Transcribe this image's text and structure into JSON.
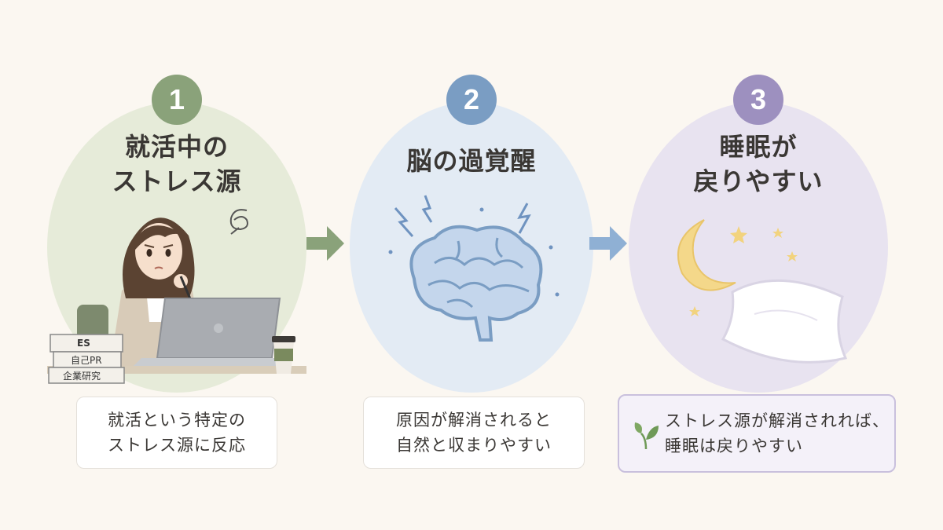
{
  "steps": [
    {
      "number": "1",
      "title_lines": [
        "就活中の",
        "ストレス源"
      ],
      "caption_lines": [
        "就活という特定の",
        "ストレス源に反応"
      ],
      "books": [
        "ES",
        "自己PR",
        "企業研究"
      ]
    },
    {
      "number": "2",
      "title_lines": [
        "脳の過覚醒"
      ],
      "caption_lines": [
        "原因が解消されると",
        "自然と収まりやすい"
      ]
    },
    {
      "number": "3",
      "title_lines": [
        "睡眠が",
        "戻りやすい"
      ],
      "caption_lines": [
        "ストレス源が解消されれば、",
        "睡眠は戻りやすい"
      ]
    }
  ],
  "colors": {
    "step1_badge": "#8aa27a",
    "step1_bg": "#e6ebd9",
    "step2_badge": "#7a9dc3",
    "step2_bg": "#e3ebf4",
    "step3_badge": "#9d90bf",
    "step3_bg": "#e8e3f0",
    "arrow1": "#8aa27a",
    "arrow2": "#8fb0d4"
  },
  "icons": [
    "laptop-icon",
    "brain-icon",
    "lightning-icon",
    "moon-icon",
    "star-icon",
    "pillow-icon",
    "leaf-icon",
    "coffee-cup-icon",
    "book-stack-icon",
    "dizzy-spiral-icon"
  ]
}
